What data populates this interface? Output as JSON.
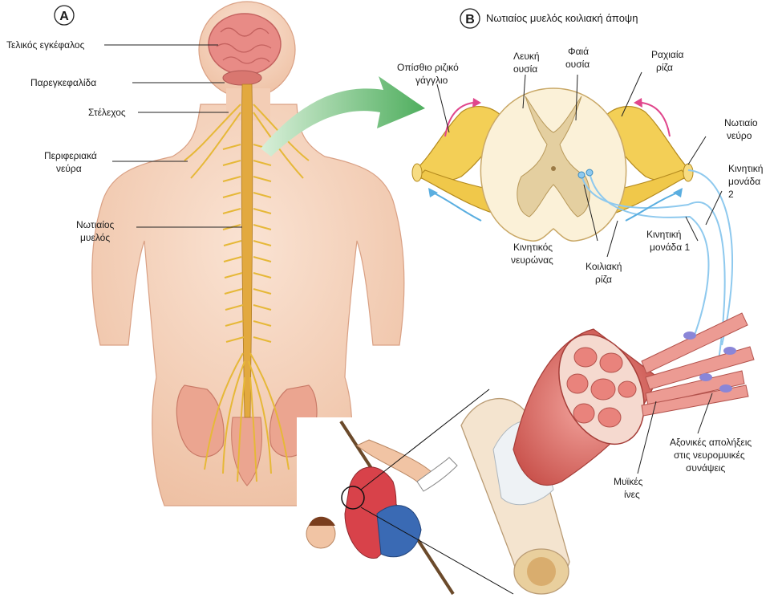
{
  "panel_a": {
    "letter": "A",
    "labels": {
      "telencephalon": "Τελικός εγκέφαλος",
      "cerebellum": "Παρεγκεφαλίδα",
      "brainstem": "Στέλεχος",
      "peripheral_1": "Περιφεριακά",
      "peripheral_2": "νεύρα",
      "spinal_cord_1": "Νωτιαίος",
      "spinal_cord_2": "μυελός"
    }
  },
  "panel_b": {
    "letter": "B",
    "title": "Νωτιαίος μυελός κοιλιακή άποψη",
    "labels": {
      "white_1": "Λευκή",
      "white_2": "ουσία",
      "gray_1": "Φαιά",
      "gray_2": "ουσία",
      "dorsal_ganglion_1": "Οπίσθιο ριζικό",
      "dorsal_ganglion_2": "γάγγλιο",
      "dorsal_root_1": "Ραχιαία",
      "dorsal_root_2": "ρίζα",
      "spinal_nerve_1": "Νωτιαίο",
      "spinal_nerve_2": "νεύρο",
      "motor_unit2_1": "Κινητική",
      "motor_unit2_2": "μονάδα",
      "motor_unit2_3": "2",
      "motor_unit1_1": "Κινητική",
      "motor_unit1_2": "μονάδα 1",
      "motor_neuron_1": "Κινητικός",
      "motor_neuron_2": "νευρώνας",
      "ventral_root_1": "Κοιλιακή",
      "ventral_root_2": "ρίζα"
    }
  },
  "muscle": {
    "labels": {
      "terminals_1": "Αξονικές απολήξεις",
      "terminals_2": "στις νευρομυικές",
      "terminals_3": "συνάψεις",
      "fibers_1": "Μυϊκές",
      "fibers_2": "ίνες"
    }
  },
  "colors": {
    "skin": "#f6d7c3",
    "skin_shade": "#e9b99c",
    "brain": "#e88b86",
    "nerve": "#f0c84a",
    "white_matter": "#fbf1d8",
    "gray_matter": "#e4cfa0",
    "muscle": "#e07a74",
    "axon": "#8ec9ee",
    "arrow_green": "#5fb56a",
    "arrow_pink": "#e0468c",
    "arrow_blue": "#5aaee0"
  }
}
